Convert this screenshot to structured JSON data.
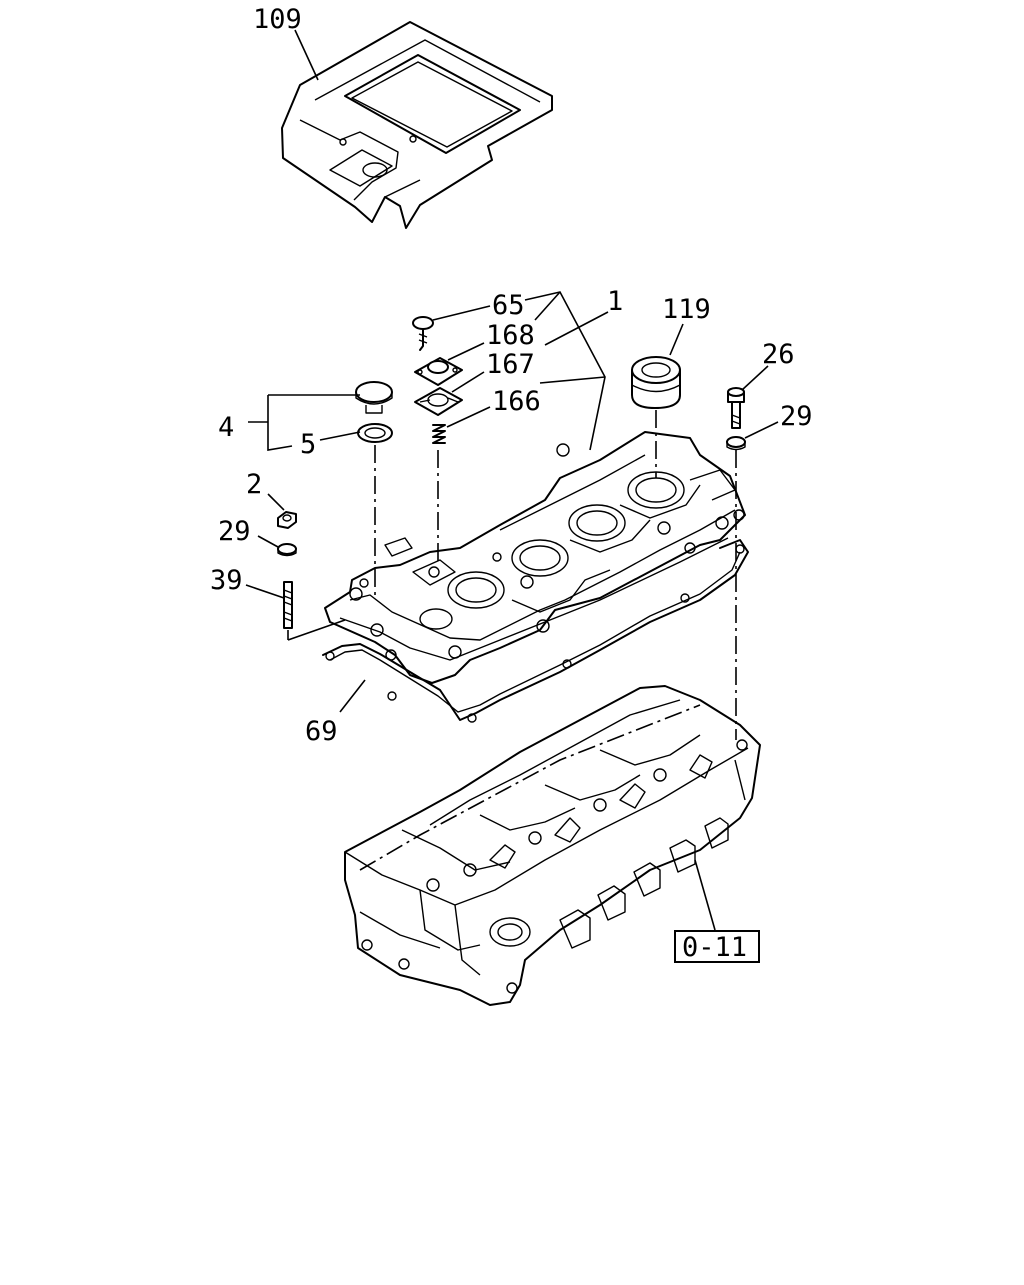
{
  "labels": {
    "p109": "109",
    "p65": "65",
    "p1": "1",
    "p119": "119",
    "p168": "168",
    "p167": "167",
    "p166": "166",
    "p26": "26",
    "p29a": "29",
    "p4": "4",
    "p5": "5",
    "p2": "2",
    "p29b": "29",
    "p39": "39",
    "p69": "69",
    "ref": "0-11"
  }
}
